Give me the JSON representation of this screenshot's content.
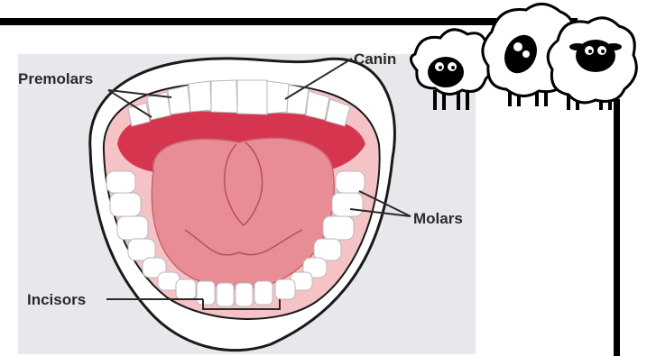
{
  "diagram": {
    "labels": {
      "premolars": "Premolars",
      "canine": "Canin",
      "molars": "Molars",
      "incisors": "Incisors"
    },
    "colors": {
      "panel_background": "#e7e8ec",
      "lips": "#ffffff",
      "mouth_interior": "#f5c2c6",
      "palate": "#d6354f",
      "tongue": "#e88c95",
      "teeth": "#ffffff",
      "outline": "#1a1a1a"
    },
    "decoration": {
      "icon": "sheep-icon",
      "count": 3
    }
  }
}
